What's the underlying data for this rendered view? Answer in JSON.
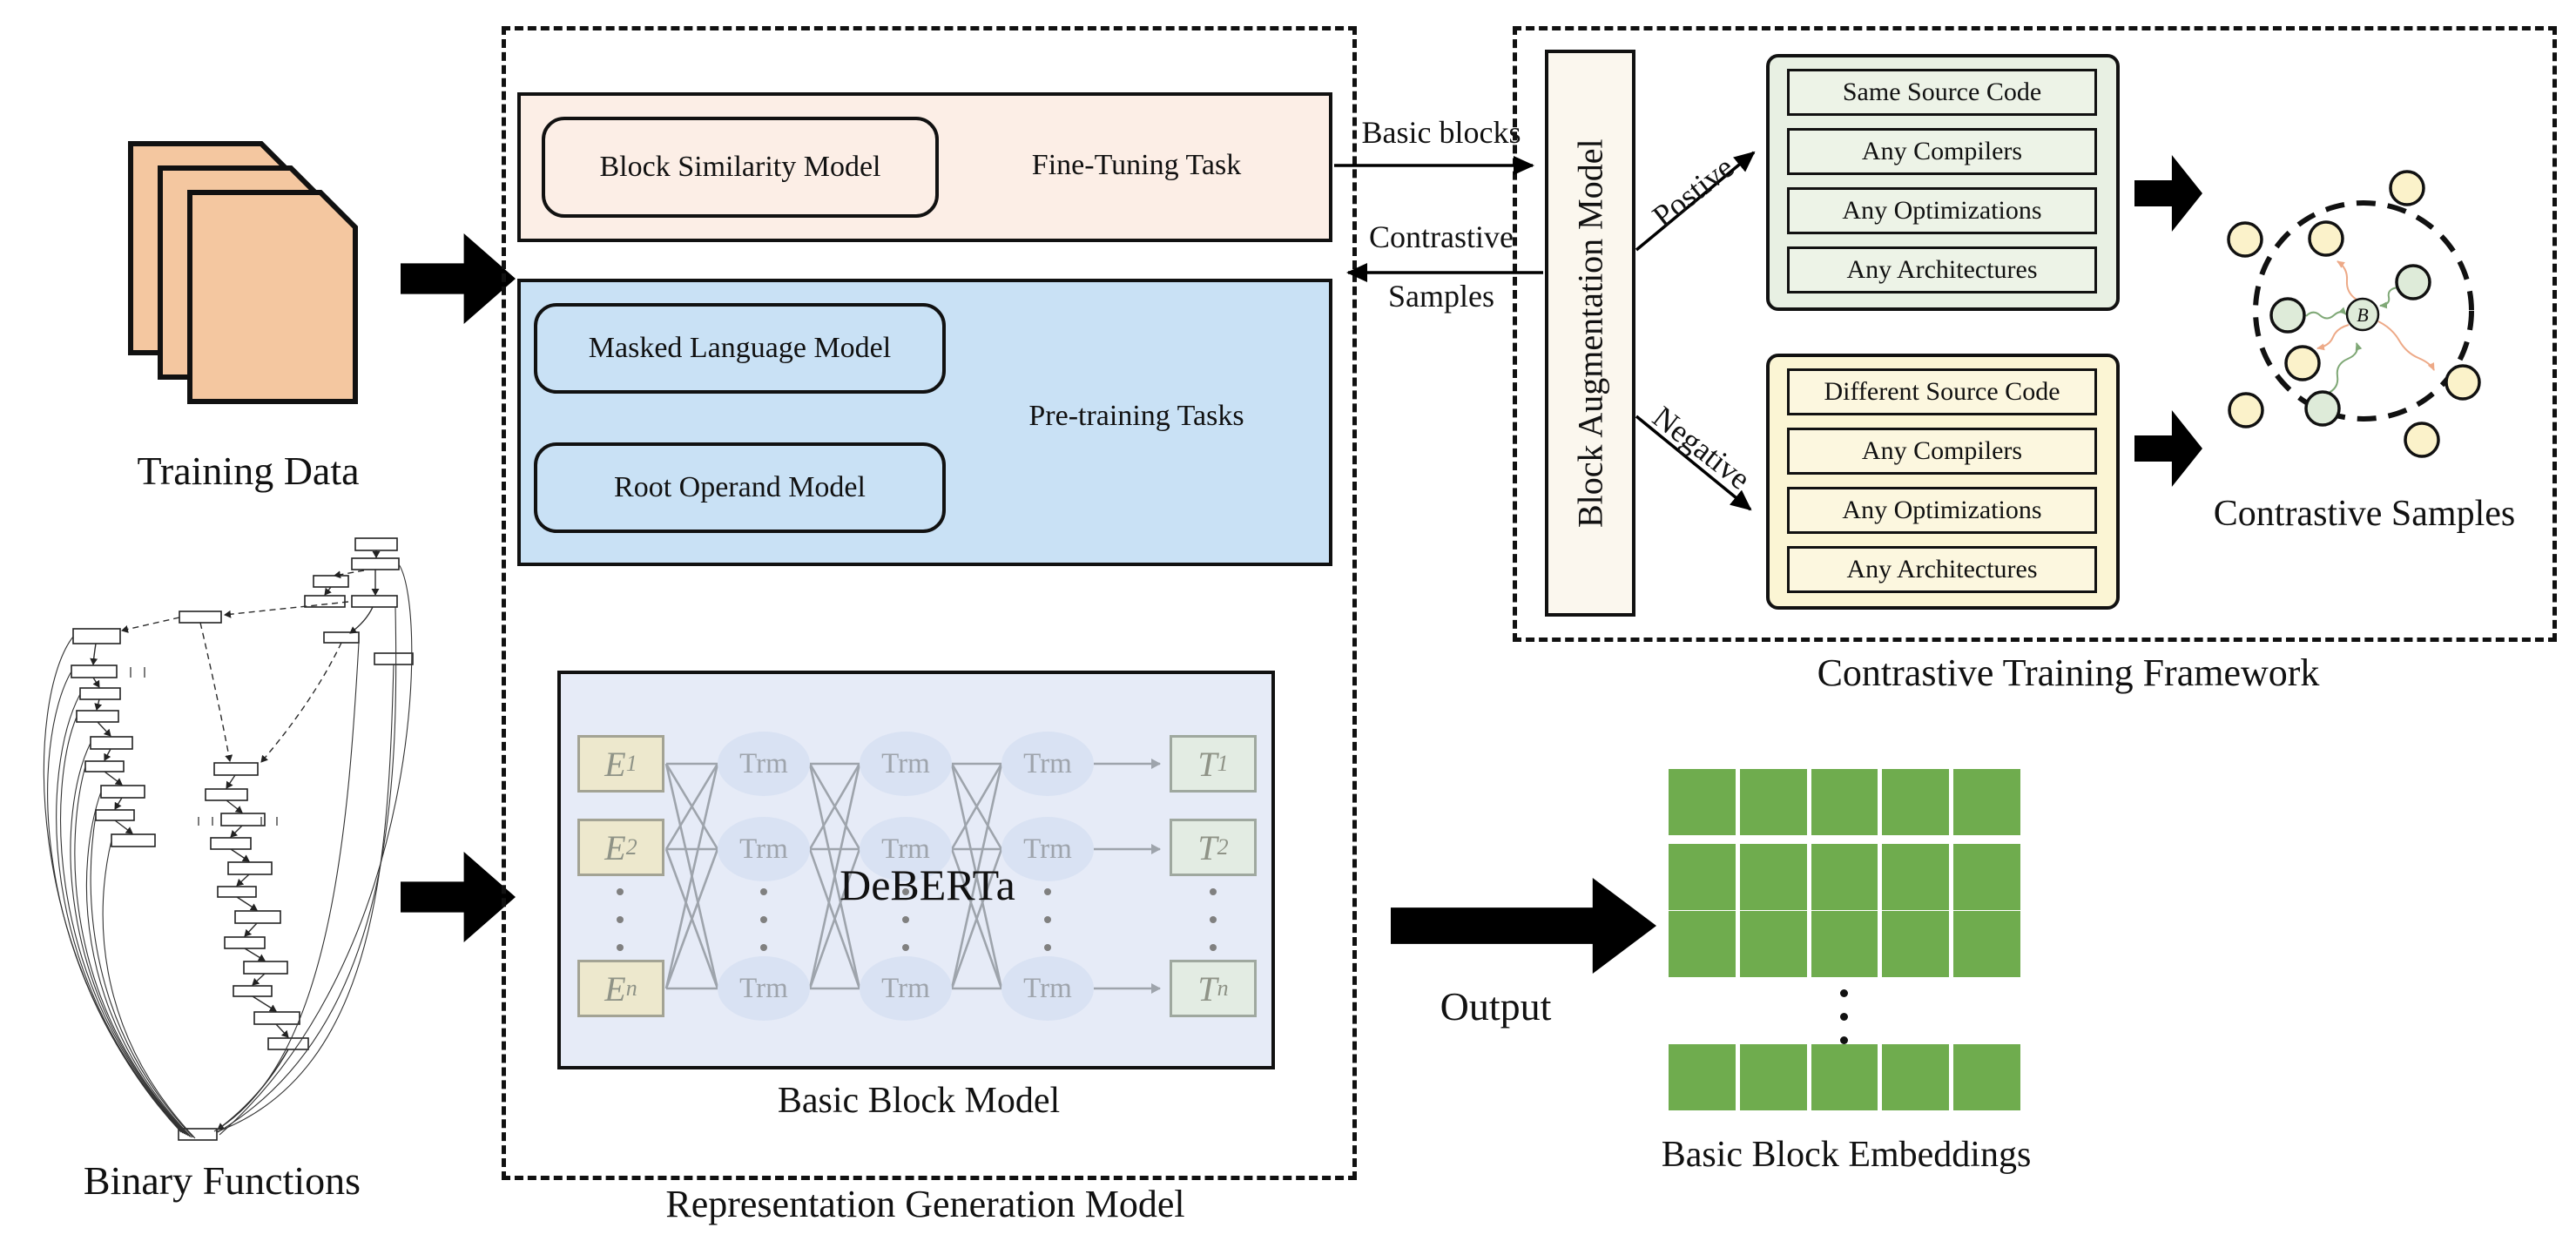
{
  "colors": {
    "page_fill": "#f4c7a0",
    "fine_tuning_fill": "#fceee6",
    "pretraining_fill": "#c9e1f5",
    "bbm_fill": "#e6ebf7",
    "bam_fill": "#fbf7ee",
    "positive_group_fill": "#e8f0e3",
    "positive_row_fill": "#edf3e7",
    "negative_group_fill": "#fbf5d4",
    "negative_row_fill": "#fcf7df",
    "embedding_green": "#6fac4e",
    "sample_yellow": "#fbf2ca",
    "sample_green": "#deebd9"
  },
  "left": {
    "training_data_label": "Training Data",
    "binary_functions_label": "Binary Functions"
  },
  "repr": {
    "label": "Representation Generation Model",
    "fine_tuning": {
      "box_label": "Block Similarity Model",
      "task_label": "Fine-Tuning Task"
    },
    "pretraining": {
      "mlm_label": "Masked Language Model",
      "rom_label": "Root Operand Model",
      "task_label": "Pre-training Tasks"
    },
    "bbm": {
      "label": "Basic Block Model",
      "deberta": "DeBERTa",
      "trm": "Trm",
      "e": [
        {
          "m": "E",
          "s": "1"
        },
        {
          "m": "E",
          "s": "2"
        },
        {
          "m": "E",
          "s": "n"
        }
      ],
      "t": [
        {
          "m": "T",
          "s": "1"
        },
        {
          "m": "T",
          "s": "2"
        },
        {
          "m": "T",
          "s": "n"
        }
      ]
    }
  },
  "flows": {
    "basic_blocks": "Basic blocks",
    "contrastive_l1": "Contrastive",
    "contrastive_l2": "Samples",
    "positive": "Postive",
    "negative": "Negative",
    "output": "Output"
  },
  "ctf": {
    "label": "Contrastive Training Framework",
    "bam_label": "Block Augmentation Model",
    "positive_rows": [
      "Same Source Code",
      "Any Compilers",
      "Any Optimizations",
      "Any Architectures"
    ],
    "negative_rows": [
      "Different Source Code",
      "Any Compilers",
      "Any Optimizations",
      "Any Architectures"
    ],
    "samples_label": "Contrastive Samples",
    "center_node": "B"
  },
  "output": {
    "embeddings_label": "Basic Block Embeddings"
  }
}
